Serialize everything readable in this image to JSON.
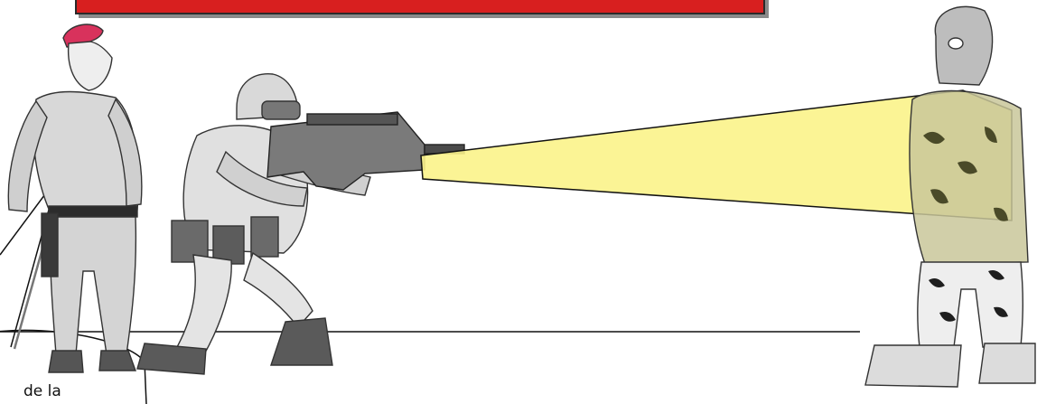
{
  "banner": {
    "title": ""
  },
  "speech_bubble": {
    "text": "de la"
  },
  "figures": [
    {
      "role": "officer",
      "name": "soldier-red-beret"
    },
    {
      "role": "shooter",
      "name": "soldier-aiming-rifle"
    },
    {
      "role": "target",
      "name": "masked-figure-camouflage"
    }
  ],
  "colors": {
    "banner": "#d81f1f",
    "beam": "#fbf38a",
    "beret": "#d8325c",
    "camo_dark": "#4a4a28",
    "camo_light": "#c9c79a"
  },
  "icons": {
    "beam": "laser-beam-icon",
    "weapon": "rifle-icon"
  }
}
